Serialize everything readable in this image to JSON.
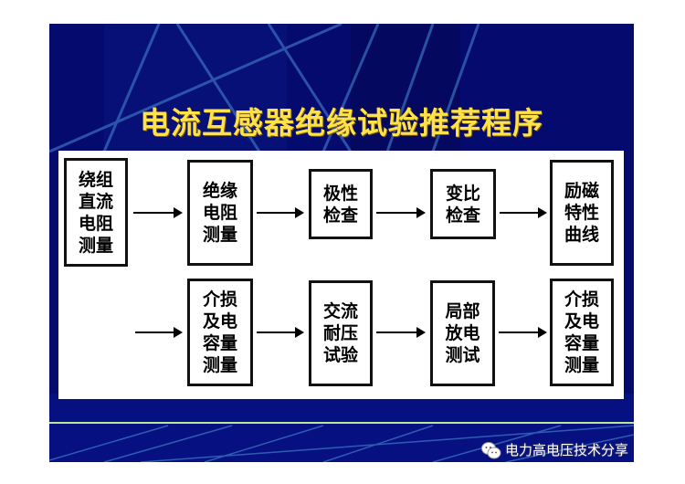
{
  "title": "电流互感器绝缘试验推荐程序",
  "row1": [
    "绕组\n直流\n电阻\n测量",
    "绝缘\n电阻\n测量",
    "极性\n检查",
    "变比\n检查",
    "励磁\n特性\n曲线"
  ],
  "row2": [
    "介损\n及电\n容量\n测量",
    "交流\n耐压\n试验",
    "局部\n放电\n测试",
    "介损\n及电\n容量\n测量"
  ],
  "watermark": "电力高电压技术分享",
  "colors": {
    "background": "#050a6e",
    "title": "#ffe14a",
    "accent_line": "#b8e89a"
  }
}
